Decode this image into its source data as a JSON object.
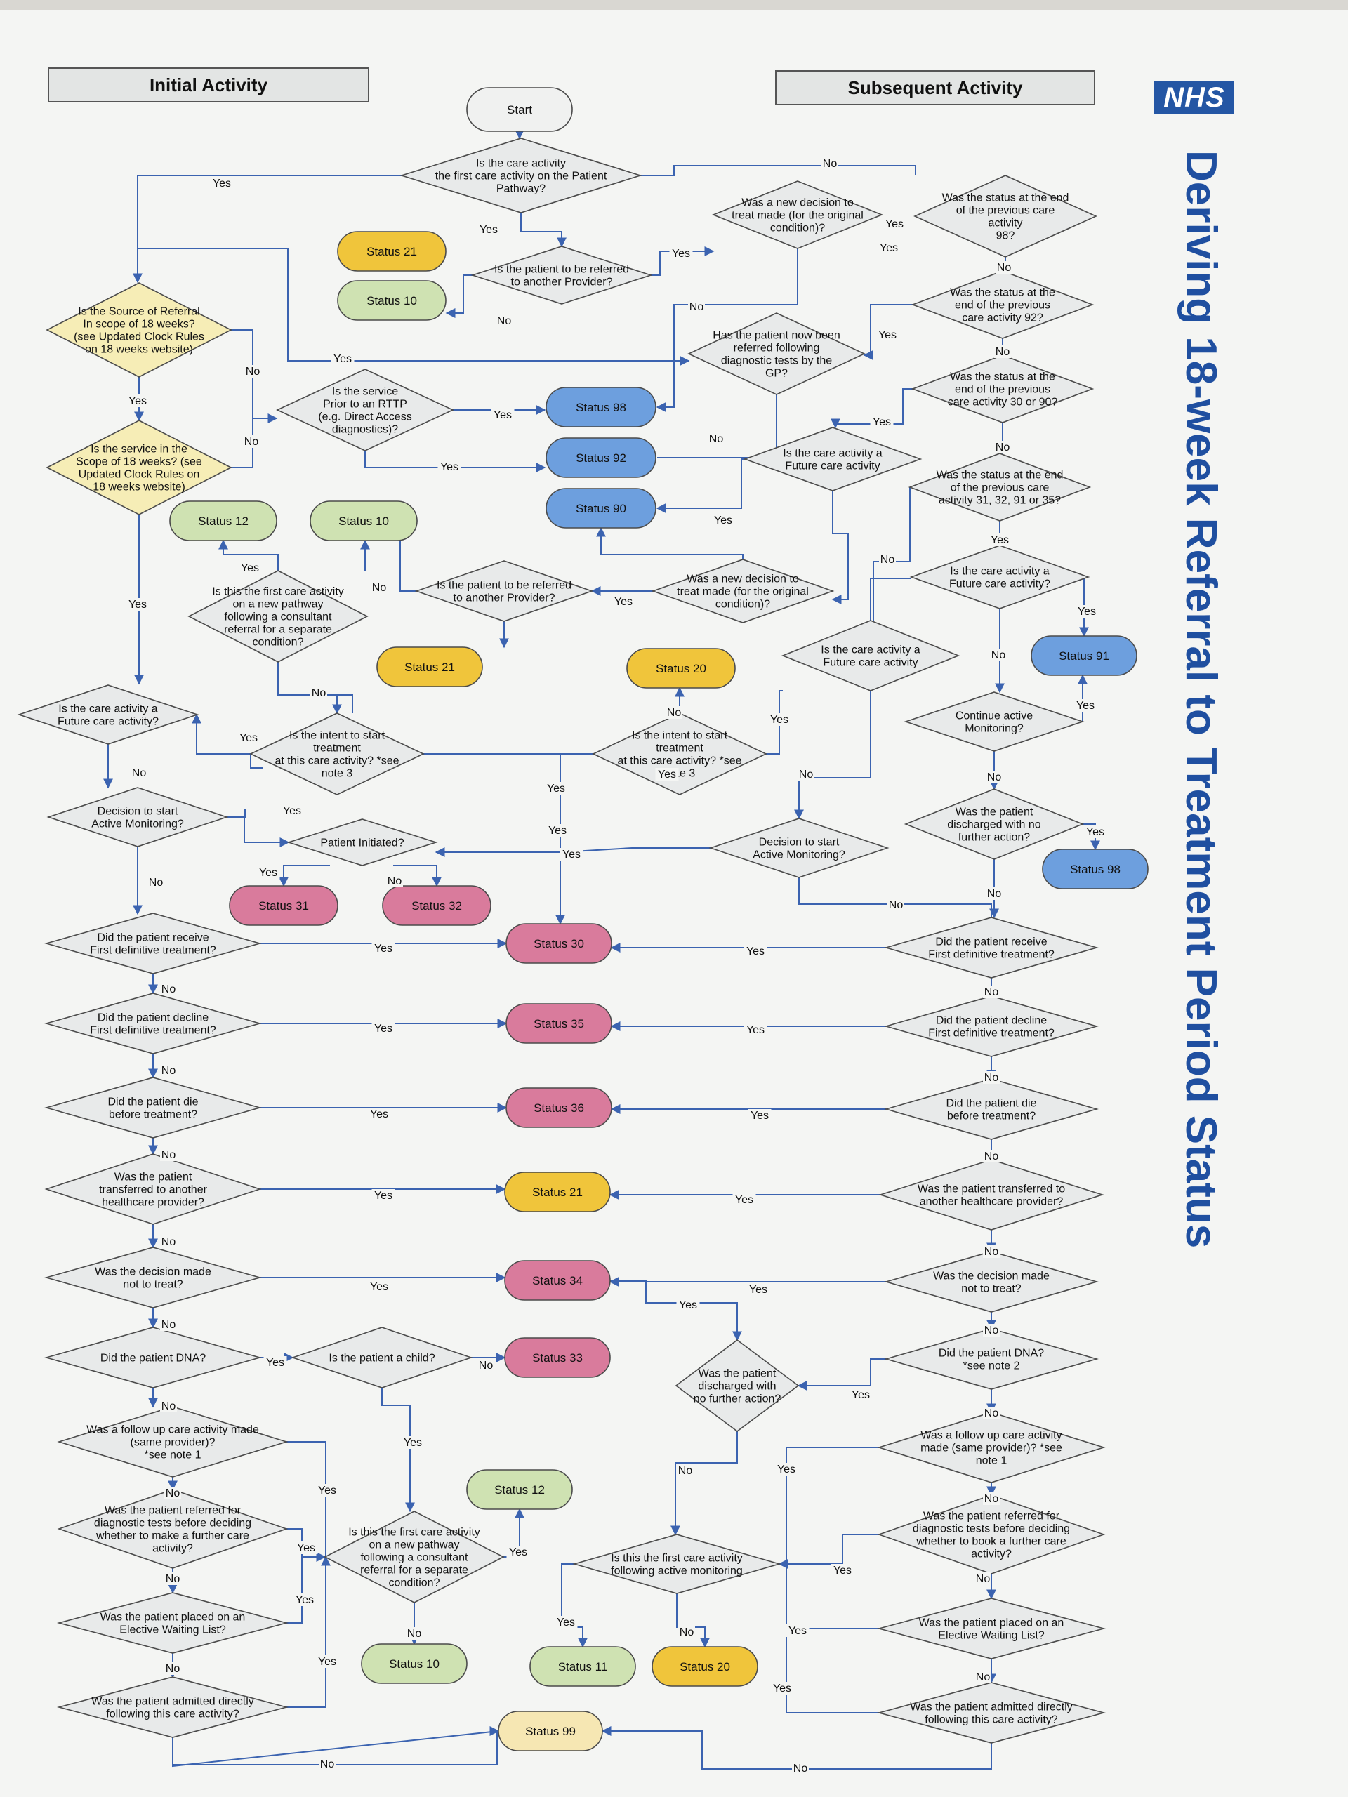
{
  "headers": {
    "initial": "Initial Activity",
    "subsequent": "Subsequent Activity",
    "logo": "NHS"
  },
  "page_title": "Deriving 18-week Referral to Treatment Period Status",
  "colors": {
    "status_yellow": "#f0c53b",
    "status_green": "#cfe2b2",
    "status_blue": "#6d9fde",
    "status_pink": "#d97b9c",
    "status_cream": "#f6e7b3",
    "start": "#f0f1f0",
    "decision": "#e8eaea",
    "decision_yellow": "#f6edb6",
    "line": "#3b63b0"
  },
  "nodes": [
    {
      "id": "start",
      "kind": "start",
      "lines": [
        "Start"
      ]
    },
    {
      "id": "q_first",
      "kind": "dec",
      "lines": [
        "Is the care activity",
        "the first care activity on the Patient",
        "Pathway?"
      ]
    },
    {
      "id": "s21_top",
      "kind": "yellow",
      "lines": [
        "Status 21"
      ]
    },
    {
      "id": "q_ref_top",
      "kind": "dec",
      "lines": [
        "Is the patient to be referred",
        "to another Provider?"
      ]
    },
    {
      "id": "s10_top",
      "kind": "green",
      "lines": [
        "Status 10"
      ]
    },
    {
      "id": "q_source",
      "kind": "ydec",
      "lines": [
        "Is the Source of Referral",
        "In scope of 18 weeks?",
        "(see Updated Clock Rules",
        "on 18 weeks website)"
      ]
    },
    {
      "id": "q_service",
      "kind": "ydec",
      "lines": [
        "Is the service in the",
        "Scope of 18 weeks? (see",
        "Updated Clock Rules on",
        "18 weeks website)"
      ]
    },
    {
      "id": "q_prior",
      "kind": "dec",
      "lines": [
        "Is the service",
        "Prior to an RTTP",
        "(e.g. Direct Access",
        "diagnostics)?"
      ]
    },
    {
      "id": "s98_mid",
      "kind": "blue",
      "lines": [
        "Status 98"
      ]
    },
    {
      "id": "s92",
      "kind": "blue",
      "lines": [
        "Status 92"
      ]
    },
    {
      "id": "s90",
      "kind": "blue",
      "lines": [
        "Status 90"
      ]
    },
    {
      "id": "s12_left",
      "kind": "green",
      "lines": [
        "Status 12"
      ]
    },
    {
      "id": "s10_left",
      "kind": "green",
      "lines": [
        "Status 10"
      ]
    },
    {
      "id": "q_firstnew_left",
      "kind": "dec",
      "lines": [
        "Is this the first care activity",
        "on a new pathway",
        "following a consultant",
        "referral for a separate",
        "condition?"
      ]
    },
    {
      "id": "q_ref_mid",
      "kind": "dec",
      "lines": [
        "Is the patient to be referred",
        "to another Provider?"
      ]
    },
    {
      "id": "s21_mid",
      "kind": "yellow",
      "lines": [
        "Status 21"
      ]
    },
    {
      "id": "q_newdec_orig",
      "kind": "dec",
      "lines": [
        "Was a new decision to",
        "treat made (for the original",
        "condition)?"
      ]
    },
    {
      "id": "q_gp",
      "kind": "dec",
      "lines": [
        "Has the patient now been",
        "referred following",
        "diagnostic tests by the",
        "GP?"
      ]
    },
    {
      "id": "q_future_r1",
      "kind": "dec",
      "lines": [
        "Is the care activity a",
        "Future care activity"
      ]
    },
    {
      "id": "q_newdec_mid",
      "kind": "dec",
      "lines": [
        "Was a new decision to",
        "treat made (for the original",
        "condition)?"
      ]
    },
    {
      "id": "s20_mid",
      "kind": "yellow",
      "lines": [
        "Status 20"
      ]
    },
    {
      "id": "q_intent_left",
      "kind": "dec",
      "lines": [
        "Is the intent to start",
        "treatment",
        "at this care activity? *see",
        "note 3"
      ]
    },
    {
      "id": "q_intent_mid",
      "kind": "dec",
      "lines": [
        "Is the intent to start",
        "treatment",
        "at this care activity? *see",
        "note 3"
      ]
    },
    {
      "id": "q_future_left",
      "kind": "dec",
      "lines": [
        "Is the care activity a",
        "Future care activity?"
      ]
    },
    {
      "id": "q_future_mid",
      "kind": "dec",
      "lines": [
        "Is the care activity a",
        "Future care activity"
      ]
    },
    {
      "id": "q_am_left",
      "kind": "dec",
      "lines": [
        "Decision to start",
        "Active Monitoring?"
      ]
    },
    {
      "id": "q_patinit",
      "kind": "dec",
      "lines": [
        "Patient Initiated?"
      ]
    },
    {
      "id": "s31",
      "kind": "pink",
      "lines": [
        "Status 31"
      ]
    },
    {
      "id": "s32",
      "kind": "pink",
      "lines": [
        "Status 32"
      ]
    },
    {
      "id": "q_am_mid",
      "kind": "dec",
      "lines": [
        "Decision to start",
        "Active Monitoring?"
      ]
    },
    {
      "id": "q_r_98",
      "kind": "dec",
      "lines": [
        "Was the status at the end",
        "of the previous care",
        "activity",
        "98?"
      ]
    },
    {
      "id": "q_r_92",
      "kind": "dec",
      "lines": [
        "Was the status at the",
        "end of the previous",
        "care activity 92?"
      ]
    },
    {
      "id": "q_r_3090",
      "kind": "dec",
      "lines": [
        "Was the status at the",
        "end of the previous",
        "care activity 30 or 90?"
      ]
    },
    {
      "id": "q_r_31",
      "kind": "dec",
      "lines": [
        "Was the status at the end",
        "of the previous care",
        "activity 31, 32, 91 or 35?"
      ]
    },
    {
      "id": "q_r_future",
      "kind": "dec",
      "lines": [
        "Is the care activity a",
        "Future care activity?"
      ]
    },
    {
      "id": "s91",
      "kind": "blue",
      "lines": [
        "Status 91"
      ]
    },
    {
      "id": "q_r_cont",
      "kind": "dec",
      "lines": [
        "Continue active",
        "Monitoring?"
      ]
    },
    {
      "id": "q_r_disch",
      "kind": "dec",
      "lines": [
        "Was the patient",
        "discharged with no",
        "further action?"
      ]
    },
    {
      "id": "s98_r",
      "kind": "blue",
      "lines": [
        "Status 98"
      ]
    },
    {
      "id": "q_l_first",
      "kind": "dec",
      "lines": [
        "Did the patient receive",
        "First definitive treatment?"
      ]
    },
    {
      "id": "s30",
      "kind": "pink",
      "lines": [
        "Status 30"
      ]
    },
    {
      "id": "q_r_first",
      "kind": "dec",
      "lines": [
        "Did the patient receive",
        "First definitive treatment?"
      ]
    },
    {
      "id": "q_l_decl",
      "kind": "dec",
      "lines": [
        "Did the patient decline",
        "First definitive treatment?"
      ]
    },
    {
      "id": "s35",
      "kind": "pink",
      "lines": [
        "Status 35"
      ]
    },
    {
      "id": "q_r_decl",
      "kind": "dec",
      "lines": [
        "Did the patient decline",
        "First definitive treatment?"
      ]
    },
    {
      "id": "q_l_die",
      "kind": "dec",
      "lines": [
        "Did the patient die",
        "before treatment?"
      ]
    },
    {
      "id": "s36",
      "kind": "pink",
      "lines": [
        "Status 36"
      ]
    },
    {
      "id": "q_r_die",
      "kind": "dec",
      "lines": [
        "Did the patient die",
        "before treatment?"
      ]
    },
    {
      "id": "q_l_trans",
      "kind": "dec",
      "lines": [
        "Was the patient",
        "transferred to another",
        "healthcare provider?"
      ]
    },
    {
      "id": "s21_low",
      "kind": "yellow",
      "lines": [
        "Status 21"
      ]
    },
    {
      "id": "q_r_trans",
      "kind": "dec",
      "lines": [
        "Was the patient transferred to",
        "another healthcare provider?"
      ]
    },
    {
      "id": "q_l_nottreat",
      "kind": "dec",
      "lines": [
        "Was the decision made",
        "not to treat?"
      ]
    },
    {
      "id": "s34",
      "kind": "pink",
      "lines": [
        "Status 34"
      ]
    },
    {
      "id": "q_r_nottreat",
      "kind": "dec",
      "lines": [
        "Was the decision made",
        "not to treat?"
      ]
    },
    {
      "id": "q_l_dna",
      "kind": "dec",
      "lines": [
        "Did the patient DNA?"
      ]
    },
    {
      "id": "q_child",
      "kind": "dec",
      "lines": [
        "Is the patient a child?"
      ]
    },
    {
      "id": "s33",
      "kind": "pink",
      "lines": [
        "Status 33"
      ]
    },
    {
      "id": "q_m_disch",
      "kind": "dec",
      "lines": [
        "Was the patient",
        "discharged with",
        "no further action?"
      ]
    },
    {
      "id": "q_r_dna",
      "kind": "dec",
      "lines": [
        "Did the patient DNA?",
        "*see note 2"
      ]
    },
    {
      "id": "q_l_follow",
      "kind": "dec",
      "lines": [
        "Was a follow up care activity made",
        "(same provider)?",
        "*see note 1"
      ]
    },
    {
      "id": "q_r_follow",
      "kind": "dec",
      "lines": [
        "Was a follow up care activity",
        "made (same provider)? *see",
        "note 1"
      ]
    },
    {
      "id": "s12_low",
      "kind": "green",
      "lines": [
        "Status 12"
      ]
    },
    {
      "id": "q_l_diag",
      "kind": "dec",
      "lines": [
        "Was the patient referred for",
        "diagnostic tests before deciding",
        "whether to make a further care",
        "activity?"
      ]
    },
    {
      "id": "q_firstnew_mid",
      "kind": "dec",
      "lines": [
        "Is this the first care activity",
        "on a new pathway",
        "following a consultant",
        "referral for a separate",
        "condition?"
      ]
    },
    {
      "id": "q_am_first",
      "kind": "dec",
      "lines": [
        "Is this the first care activity",
        "following active monitoring"
      ]
    },
    {
      "id": "q_r_diag",
      "kind": "dec",
      "lines": [
        "Was the patient referred for",
        "diagnostic tests before deciding",
        "whether to book a further care",
        "activity?"
      ]
    },
    {
      "id": "q_l_ewl",
      "kind": "dec",
      "lines": [
        "Was the patient placed on an",
        "Elective Waiting List?"
      ]
    },
    {
      "id": "q_r_ewl",
      "kind": "dec",
      "lines": [
        "Was the patient placed on an",
        "Elective Waiting List?"
      ]
    },
    {
      "id": "s10_low",
      "kind": "green",
      "lines": [
        "Status 10"
      ]
    },
    {
      "id": "s11",
      "kind": "green",
      "lines": [
        "Status 11"
      ]
    },
    {
      "id": "s20_low",
      "kind": "yellow",
      "lines": [
        "Status 20"
      ]
    },
    {
      "id": "q_l_admit",
      "kind": "dec",
      "lines": [
        "Was the patient admitted directly",
        "following this care activity?"
      ]
    },
    {
      "id": "q_r_admit",
      "kind": "dec",
      "lines": [
        "Was the patient admitted directly",
        "following this care activity?"
      ]
    },
    {
      "id": "s99",
      "kind": "cream",
      "lines": [
        "Status 99"
      ]
    }
  ],
  "edge_labels": [
    "Yes",
    "No"
  ]
}
